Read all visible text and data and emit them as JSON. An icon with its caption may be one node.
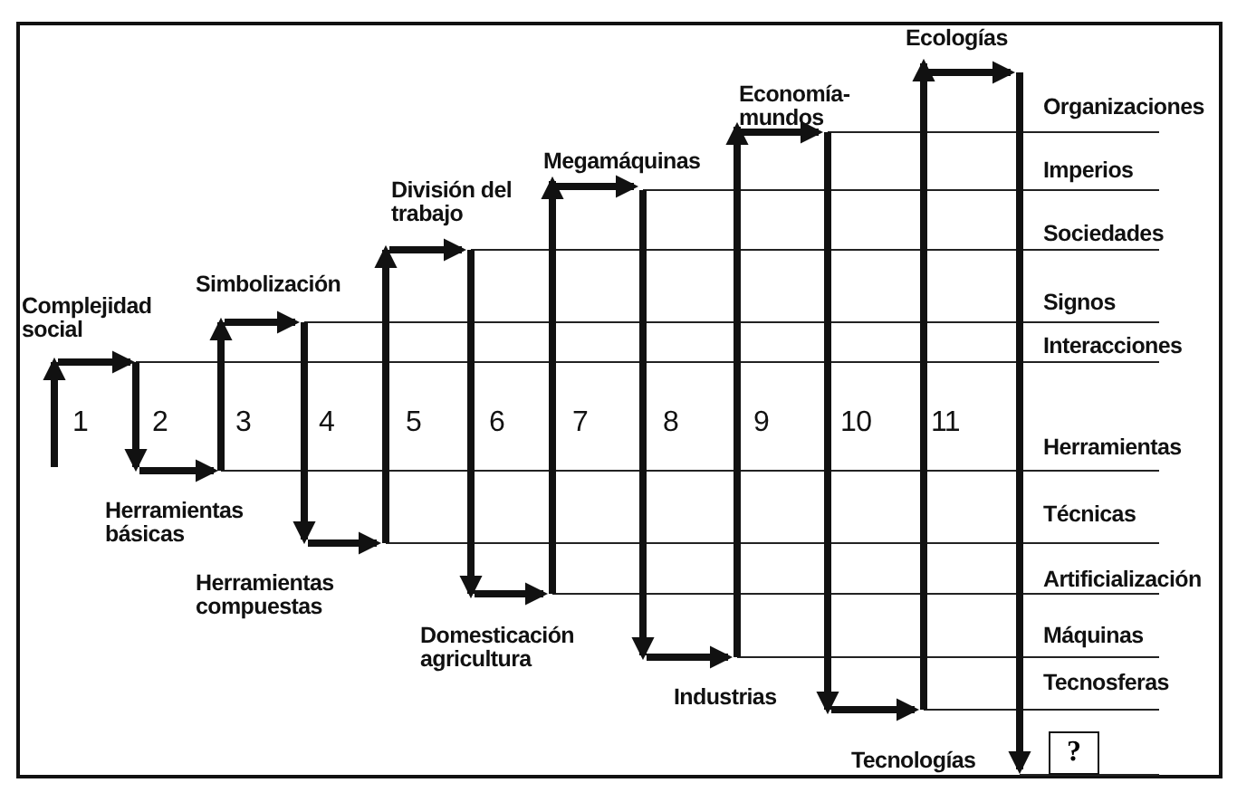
{
  "diagram": {
    "nodes": [
      {
        "text": [
          "?"
        ]
      }
    ],
    "labels": [
      "Complejidad social",
      "Simbolización",
      "División del trabajo",
      "Megamáquinas",
      "Economía-mundos",
      "Ecologías",
      "Herramientas básicas",
      "Herramientas compuestas",
      "Domesticación agricultura",
      "Industrias",
      "Tecnologías",
      "1",
      "2",
      "3",
      "4",
      "5",
      "6",
      "7",
      "8",
      "9",
      "10",
      "11",
      "Organizaciones",
      "Imperios",
      "Sociedades",
      "Signos",
      "Interacciones",
      "Herramientas",
      "Técnicas",
      "Artificialización",
      "Máquinas",
      "Tecnosferas"
    ]
  }
}
